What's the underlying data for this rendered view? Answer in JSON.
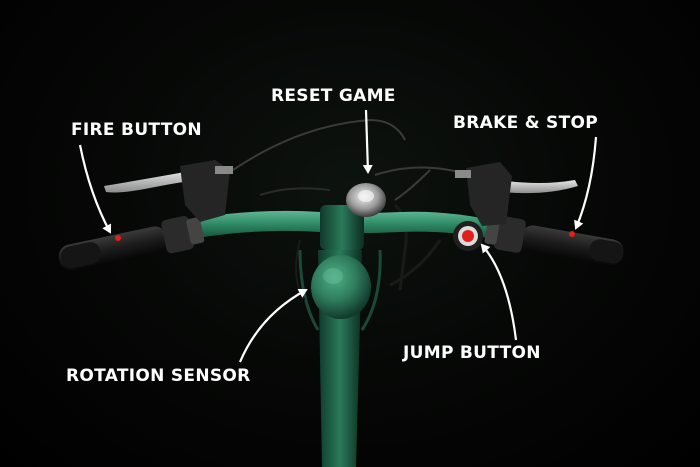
{
  "annotations": {
    "reset_game": "RESET GAME",
    "fire_button": "FIRE BUTTON",
    "brake_stop": "BRAKE & STOP",
    "jump_button": "JUMP BUTTON",
    "rotation_sensor": "ROTATION SENSOR"
  },
  "colors": {
    "background": "#000000",
    "frame": "#2f8a66",
    "sensor_ball": "#2e7c5c",
    "grip": "#1c1c1c",
    "button_red": "#e0201a",
    "label": "#ffffff"
  }
}
